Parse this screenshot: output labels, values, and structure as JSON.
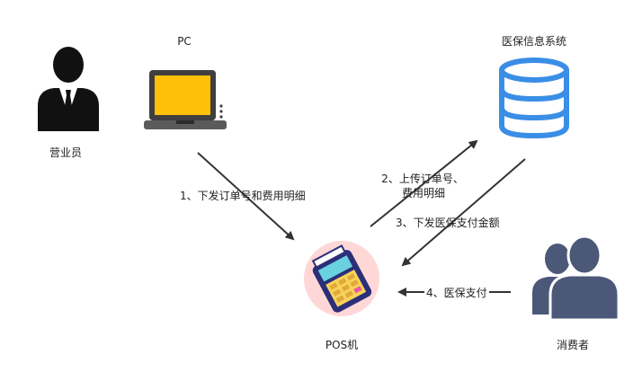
{
  "nodes": {
    "salesperson": {
      "label": "营业员",
      "icon": "businessman-icon"
    },
    "pc": {
      "label": "PC",
      "icon": "laptop-icon"
    },
    "insurance_system": {
      "label": "医保信息系统",
      "icon": "database-icon"
    },
    "pos": {
      "label": "POS机",
      "icon": "pos-terminal-icon"
    },
    "consumer": {
      "label": "消费者",
      "icon": "users-icon"
    }
  },
  "edges": {
    "step1": {
      "label": "1、下发订单号和费用明细"
    },
    "step2": {
      "line1": "2、上传订单号、",
      "line2": "费用明细"
    },
    "step3": {
      "label": "3、下发医保支付金额"
    },
    "step4": {
      "label": "4、医保支付"
    }
  },
  "colors": {
    "person_dark": "#111111",
    "laptop_body": "#3f3f3f",
    "laptop_screen": "#ffc107",
    "database_blue": "#3a8ee6",
    "consumer_slate": "#4b5878",
    "pos_bg": "#ffd7d7",
    "arrow": "#333333"
  }
}
